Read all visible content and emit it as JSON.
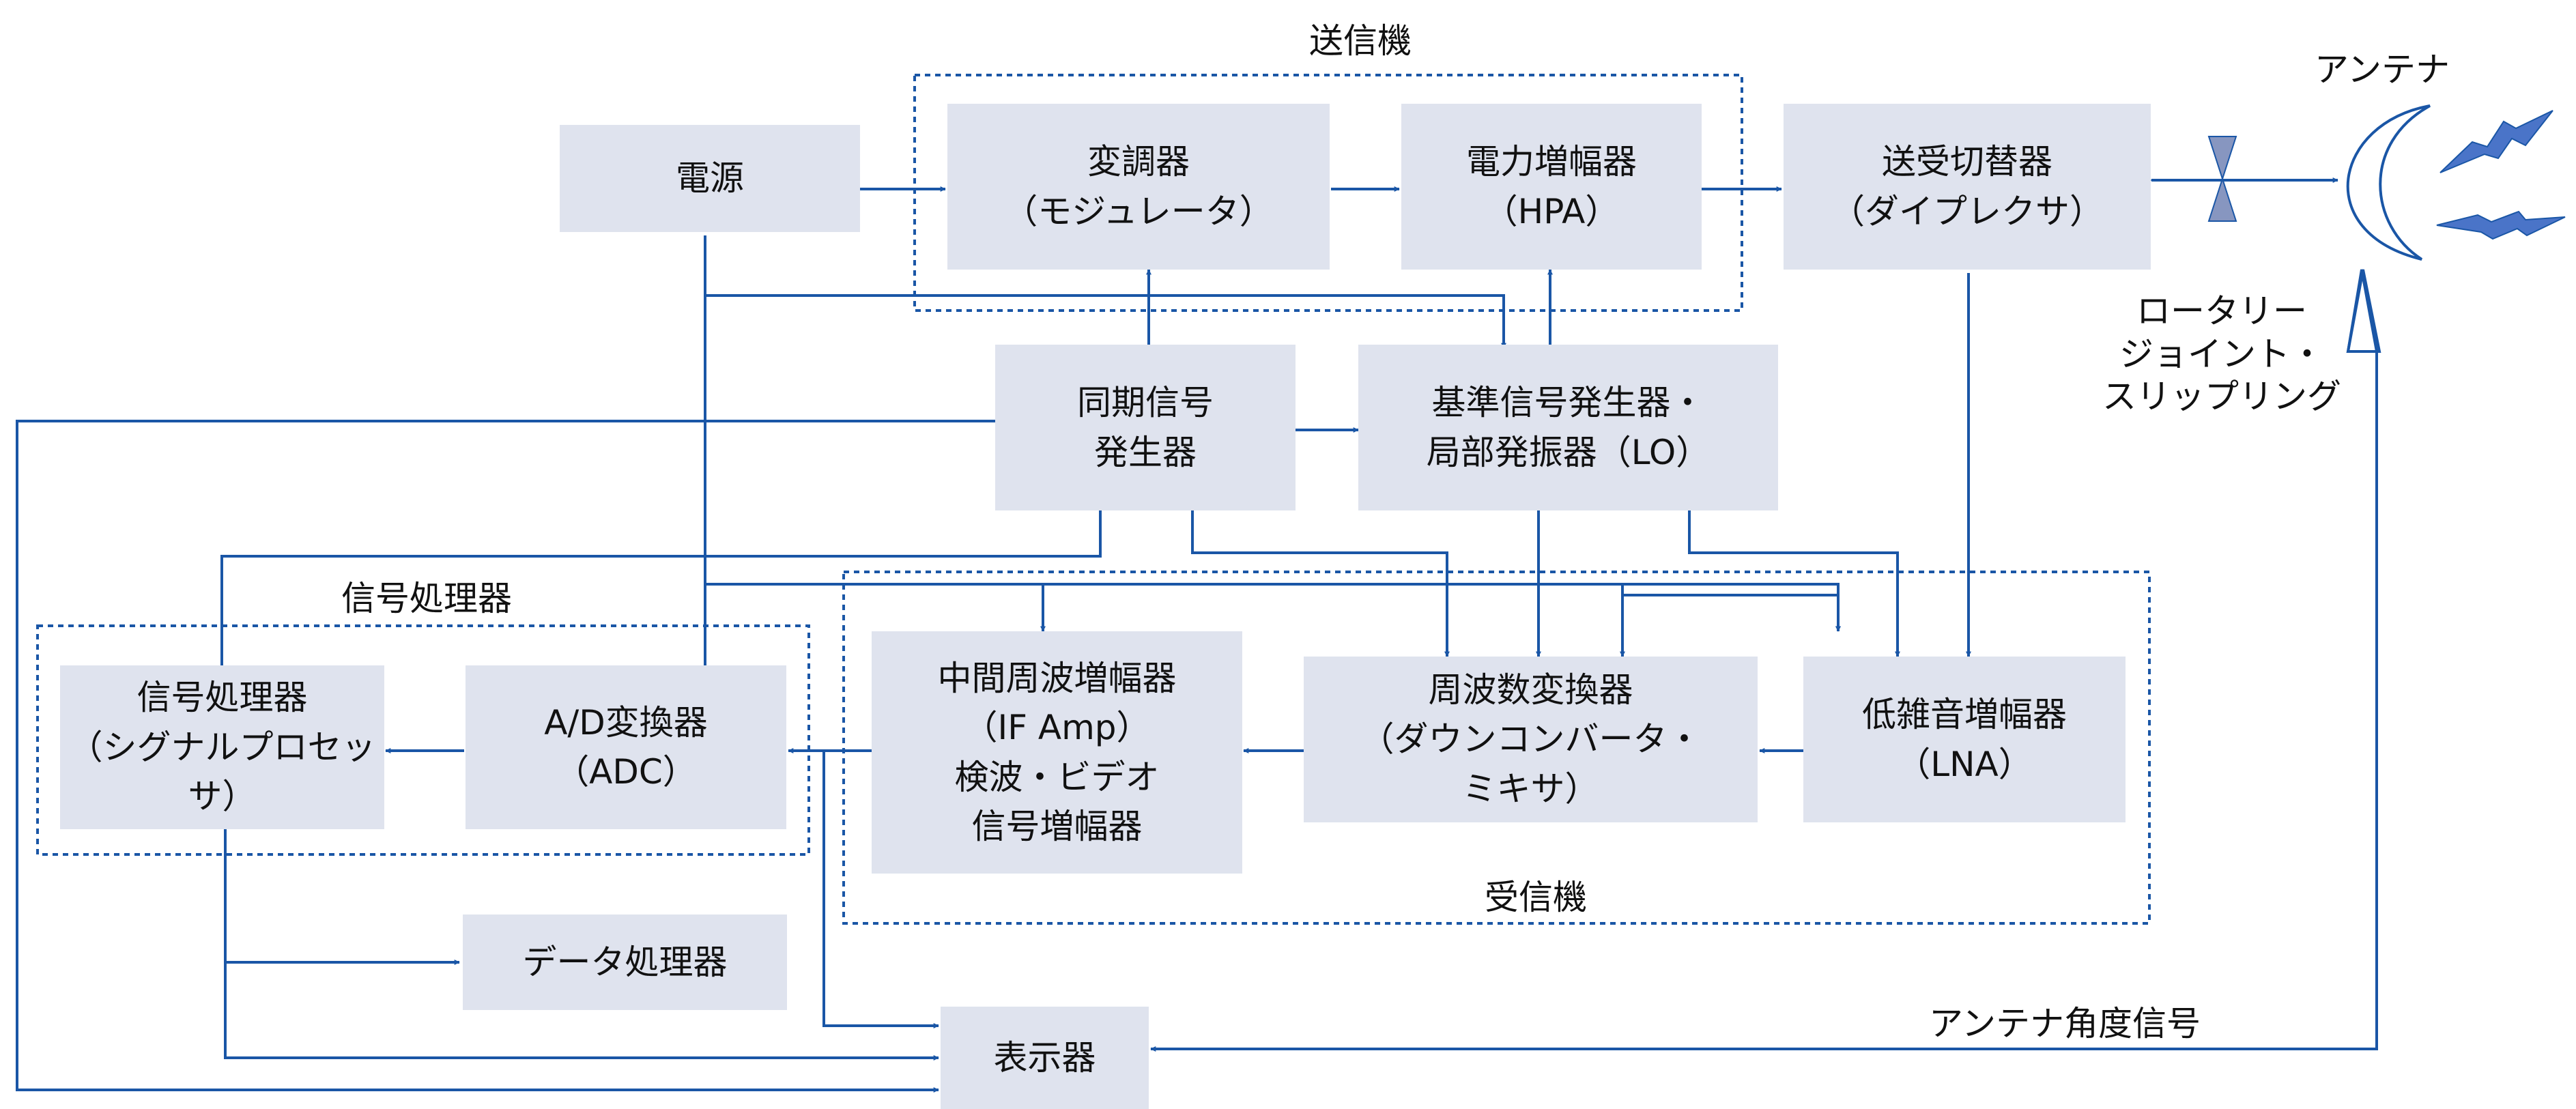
{
  "groups": {
    "transmitter": "送信機",
    "signal_processor": "信号処理器",
    "receiver": "受信機"
  },
  "blocks": {
    "power": "電源",
    "modulator": "変調器\n（モジュレータ）",
    "hpa": "電力増幅器\n（HPA）",
    "duplexer": "送受切替器\n（ダイプレクサ）",
    "sync": "同期信号\n発生器",
    "ref_lo": "基準信号発生器・\n局部発振器（LO）",
    "sig_proc": "信号処理器\n（シグナルプロセッサ）",
    "adc": "A/D変換器\n（ADC）",
    "if_amp": "中間周波増幅器\n（IF Amp）\n検波・ビデオ\n信号増幅器",
    "mixer": "周波数変換器\n（ダウンコンバータ・\nミキサ）",
    "lna": "低雑音増幅器\n（LNA）",
    "data_proc": "データ処理器",
    "display": "表示器"
  },
  "labels": {
    "antenna": "アンテナ",
    "rotary_joint": "ロータリー\nジョイント・\nスリップリング",
    "antenna_angle": "アンテナ角度信号"
  },
  "colors": {
    "line": "#1a56a6",
    "box_fill": "#dfe3ee",
    "antenna_wave": "#4a74c8"
  }
}
